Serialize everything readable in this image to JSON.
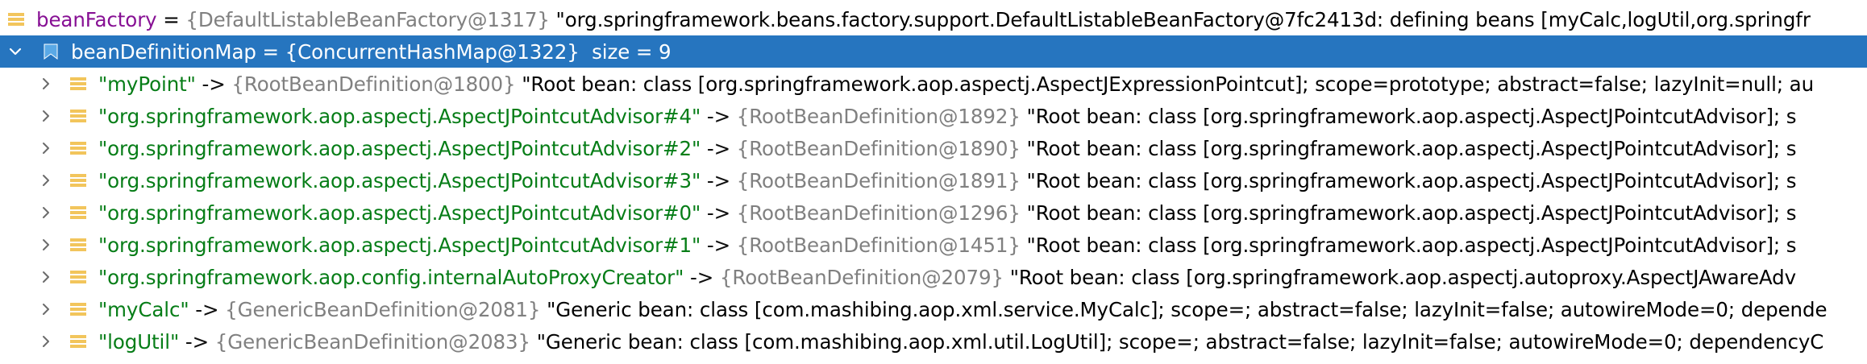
{
  "root": {
    "name": "beanFactory",
    "ref": "{DefaultListableBeanFactory@1317}",
    "value": "\"org.springframework.beans.factory.support.DefaultListableBeanFactory@7fc2413d: defining beans [myCalc,logUtil,org.springfr"
  },
  "map_node": {
    "name": "beanDefinitionMap",
    "ref": "{ConcurrentHashMap@1322}",
    "size_text": "size = 9"
  },
  "entries": [
    {
      "key": "\"myPoint\"",
      "ref": "{RootBeanDefinition@1800}",
      "value": "\"Root bean: class [org.springframework.aop.aspectj.AspectJExpressionPointcut]; scope=prototype; abstract=false; lazyInit=null; au"
    },
    {
      "key": "\"org.springframework.aop.aspectj.AspectJPointcutAdvisor#4\"",
      "ref": "{RootBeanDefinition@1892}",
      "value": "\"Root bean: class [org.springframework.aop.aspectj.AspectJPointcutAdvisor]; s"
    },
    {
      "key": "\"org.springframework.aop.aspectj.AspectJPointcutAdvisor#2\"",
      "ref": "{RootBeanDefinition@1890}",
      "value": "\"Root bean: class [org.springframework.aop.aspectj.AspectJPointcutAdvisor]; s"
    },
    {
      "key": "\"org.springframework.aop.aspectj.AspectJPointcutAdvisor#3\"",
      "ref": "{RootBeanDefinition@1891}",
      "value": "\"Root bean: class [org.springframework.aop.aspectj.AspectJPointcutAdvisor]; s"
    },
    {
      "key": "\"org.springframework.aop.aspectj.AspectJPointcutAdvisor#0\"",
      "ref": "{RootBeanDefinition@1296}",
      "value": "\"Root bean: class [org.springframework.aop.aspectj.AspectJPointcutAdvisor]; s"
    },
    {
      "key": "\"org.springframework.aop.aspectj.AspectJPointcutAdvisor#1\"",
      "ref": "{RootBeanDefinition@1451}",
      "value": "\"Root bean: class [org.springframework.aop.aspectj.AspectJPointcutAdvisor]; s"
    },
    {
      "key": "\"org.springframework.aop.config.internalAutoProxyCreator\"",
      "ref": "{RootBeanDefinition@2079}",
      "value": "\"Root bean: class [org.springframework.aop.aspectj.autoproxy.AspectJAwareAdv"
    },
    {
      "key": "\"myCalc\"",
      "ref": "{GenericBeanDefinition@2081}",
      "value": "\"Generic bean: class [com.mashibing.aop.xml.service.MyCalc]; scope=; abstract=false; lazyInit=false; autowireMode=0; depende"
    },
    {
      "key": "\"logUtil\"",
      "ref": "{GenericBeanDefinition@2083}",
      "value": "\"Generic bean: class [com.mashibing.aop.xml.util.LogUtil]; scope=; abstract=false; lazyInit=false; autowireMode=0; dependencyC"
    }
  ],
  "labels": {
    "equals": "=",
    "arrow": "->"
  },
  "colors": {
    "selection": "#2675bf",
    "field_name": "#871094",
    "string_key": "#067d17",
    "object_ref": "#808080",
    "field_icon": "#f2c55c"
  },
  "icons": {
    "field": "field-icon",
    "map": "flag-icon",
    "expand": "chevron-right-icon",
    "collapse": "chevron-down-icon"
  }
}
